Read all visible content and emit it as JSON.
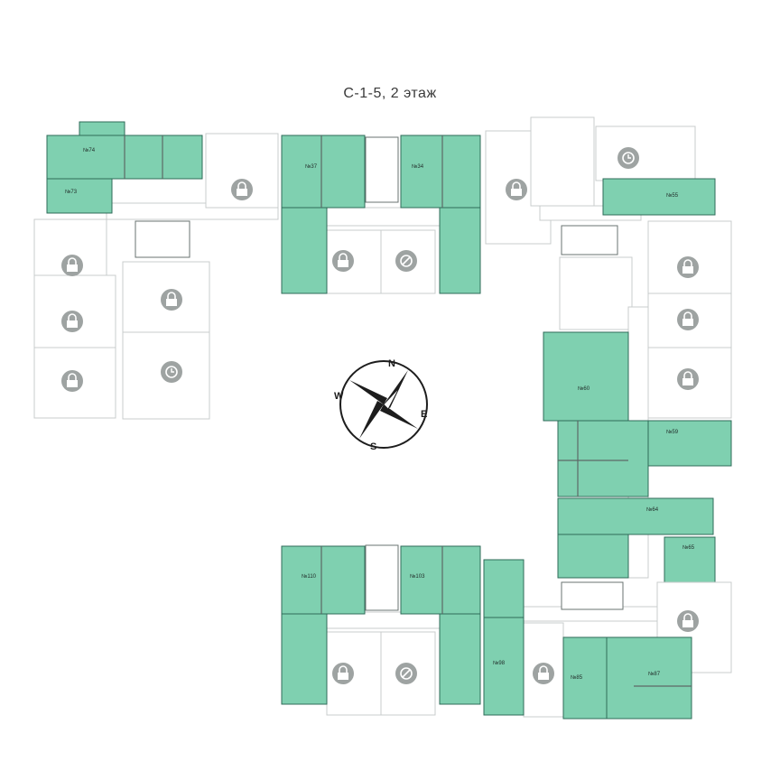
{
  "title": "С-1-5, 2 этаж",
  "compass": {
    "n": "N",
    "e": "E",
    "s": "S",
    "w": "W"
  },
  "status_icons": {
    "sold": "lock-icon",
    "booked": "clock-icon",
    "unavailable": "no-entry-icon"
  },
  "colors": {
    "available": "#7fd0b0",
    "available_stroke": "#2f6b59",
    "unavailable": "#ffffff",
    "badge": "#9ea3a2"
  },
  "apartments": [
    {
      "id": "apt-74",
      "number": "№74",
      "status": "available"
    },
    {
      "id": "apt-73",
      "number": "№73",
      "status": "available"
    },
    {
      "id": "apt-72",
      "number": "",
      "status": "sold"
    },
    {
      "id": "apt-71",
      "number": "",
      "status": "sold"
    },
    {
      "id": "apt-70",
      "number": "",
      "status": "sold"
    },
    {
      "id": "apt-69",
      "number": "",
      "status": "sold"
    },
    {
      "id": "apt-68",
      "number": "",
      "status": "booked"
    },
    {
      "id": "apt-75",
      "number": "",
      "status": "sold"
    },
    {
      "id": "apt-37",
      "number": "№37",
      "status": "available"
    },
    {
      "id": "apt-34",
      "number": "№34",
      "status": "available"
    },
    {
      "id": "apt-36",
      "number": "",
      "status": "sold"
    },
    {
      "id": "apt-35",
      "number": "",
      "status": "unavailable"
    },
    {
      "id": "apt-33",
      "number": "",
      "status": "sold"
    },
    {
      "id": "apt-55",
      "number": "№55",
      "status": "available"
    },
    {
      "id": "apt-54",
      "number": "",
      "status": "booked"
    },
    {
      "id": "apt-58",
      "number": "",
      "status": "sold"
    },
    {
      "id": "apt-57",
      "number": "",
      "status": "sold"
    },
    {
      "id": "apt-56",
      "number": "",
      "status": "sold"
    },
    {
      "id": "apt-60",
      "number": "№60",
      "status": "available"
    },
    {
      "id": "apt-59",
      "number": "№59",
      "status": "available"
    },
    {
      "id": "apt-64",
      "number": "№64",
      "status": "available"
    },
    {
      "id": "apt-65",
      "number": "№65",
      "status": "available"
    },
    {
      "id": "apt-110",
      "number": "№110",
      "status": "available"
    },
    {
      "id": "apt-103",
      "number": "№103",
      "status": "available"
    },
    {
      "id": "apt-109",
      "number": "",
      "status": "sold"
    },
    {
      "id": "apt-104",
      "number": "",
      "status": "unavailable"
    },
    {
      "id": "apt-98",
      "number": "№98",
      "status": "available"
    },
    {
      "id": "apt-99",
      "number": "",
      "status": "sold"
    },
    {
      "id": "apt-85",
      "number": "№85",
      "status": "available"
    },
    {
      "id": "apt-87",
      "number": "№87",
      "status": "available"
    },
    {
      "id": "apt-66",
      "number": "",
      "status": "sold"
    }
  ]
}
